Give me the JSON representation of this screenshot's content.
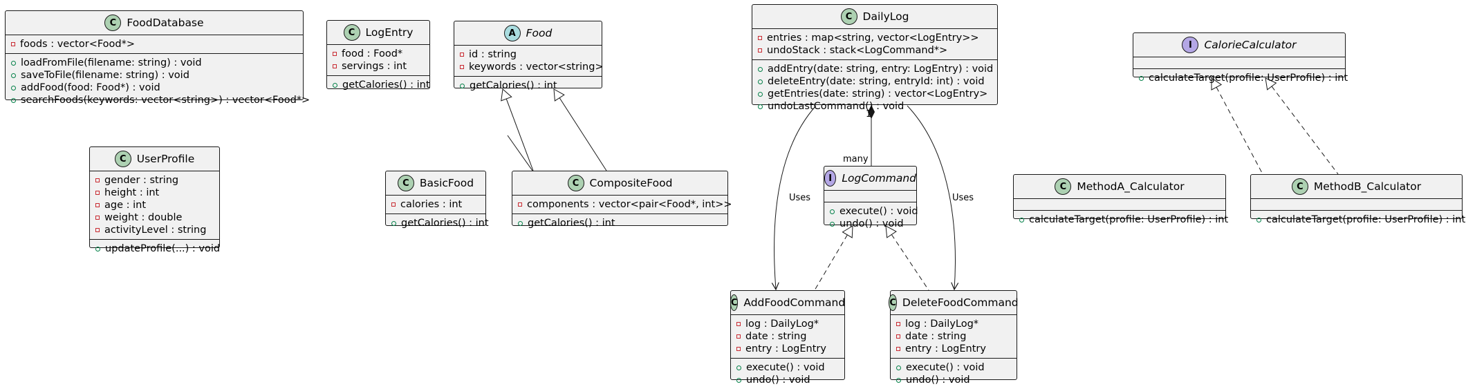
{
  "colors": {
    "class_fill": "#F1F1F1",
    "border": "#181818",
    "class_circle": "#ADD1B2",
    "abstract_circle": "#A9DCDF",
    "interface_circle": "#B4A7E5",
    "private_marker": "#C82930",
    "public_marker": "#038048"
  },
  "classes": {
    "food_database": {
      "kind": "C",
      "name": "FoodDatabase",
      "italic": false,
      "fields": [
        {
          "v": "private",
          "t": "foods : vector<Food*>"
        }
      ],
      "methods": [
        {
          "v": "public",
          "t": "loadFromFile(filename: string) : void"
        },
        {
          "v": "public",
          "t": "saveToFile(filename: string) : void"
        },
        {
          "v": "public",
          "t": "addFood(food: Food*) : void"
        },
        {
          "v": "public",
          "t": "searchFoods(keywords: vector<string>) : vector<Food*>"
        }
      ]
    },
    "log_entry": {
      "kind": "C",
      "name": "LogEntry",
      "italic": false,
      "fields": [
        {
          "v": "private",
          "t": "food : Food*"
        },
        {
          "v": "private",
          "t": "servings : int"
        }
      ],
      "methods": [
        {
          "v": "public",
          "t": "getCalories() : int"
        }
      ]
    },
    "food": {
      "kind": "A",
      "name": "Food",
      "italic": true,
      "fields": [
        {
          "v": "private",
          "t": "id : string"
        },
        {
          "v": "private",
          "t": "keywords : vector<string>"
        }
      ],
      "methods": [
        {
          "v": "public",
          "t": "getCalories() : int"
        }
      ]
    },
    "daily_log": {
      "kind": "C",
      "name": "DailyLog",
      "italic": false,
      "fields": [
        {
          "v": "private",
          "t": "entries : map<string, vector<LogEntry>>"
        },
        {
          "v": "private",
          "t": "undoStack : stack<LogCommand*>"
        }
      ],
      "methods": [
        {
          "v": "public",
          "t": "addEntry(date: string, entry: LogEntry) : void"
        },
        {
          "v": "public",
          "t": "deleteEntry(date: string, entryId: int) : void"
        },
        {
          "v": "public",
          "t": "getEntries(date: string) : vector<LogEntry>"
        },
        {
          "v": "public",
          "t": "undoLastCommand() : void"
        }
      ]
    },
    "calorie_calculator": {
      "kind": "I",
      "name": "CalorieCalculator",
      "italic": true,
      "fields": [],
      "methods": [
        {
          "v": "public",
          "t": "calculateTarget(profile: UserProfile) : int"
        }
      ]
    },
    "user_profile": {
      "kind": "C",
      "name": "UserProfile",
      "italic": false,
      "fields": [
        {
          "v": "private",
          "t": "gender : string"
        },
        {
          "v": "private",
          "t": "height : int"
        },
        {
          "v": "private",
          "t": "age : int"
        },
        {
          "v": "private",
          "t": "weight : double"
        },
        {
          "v": "private",
          "t": "activityLevel : string"
        }
      ],
      "methods": [
        {
          "v": "public",
          "t": "updateProfile(...) : void"
        }
      ]
    },
    "basic_food": {
      "kind": "C",
      "name": "BasicFood",
      "italic": false,
      "fields": [
        {
          "v": "private",
          "t": "calories : int"
        }
      ],
      "methods": [
        {
          "v": "public",
          "t": "getCalories() : int"
        }
      ]
    },
    "composite_food": {
      "kind": "C",
      "name": "CompositeFood",
      "italic": false,
      "fields": [
        {
          "v": "private",
          "t": "components : vector<pair<Food*, int>>"
        }
      ],
      "methods": [
        {
          "v": "public",
          "t": "getCalories() : int"
        }
      ]
    },
    "log_command": {
      "kind": "I",
      "name": "LogCommand",
      "italic": true,
      "fields": [],
      "methods": [
        {
          "v": "public",
          "t": "execute() : void"
        },
        {
          "v": "public",
          "t": "undo() : void"
        }
      ]
    },
    "method_a_calculator": {
      "kind": "C",
      "name": "MethodA_Calculator",
      "italic": false,
      "fields": [],
      "methods": [
        {
          "v": "public",
          "t": "calculateTarget(profile: UserProfile) : int"
        }
      ]
    },
    "method_b_calculator": {
      "kind": "C",
      "name": "MethodB_Calculator",
      "italic": false,
      "fields": [],
      "methods": [
        {
          "v": "public",
          "t": "calculateTarget(profile: UserProfile) : int"
        }
      ]
    },
    "add_food_command": {
      "kind": "C",
      "name": "AddFoodCommand",
      "italic": false,
      "fields": [
        {
          "v": "private",
          "t": "log : DailyLog*"
        },
        {
          "v": "private",
          "t": "date : string"
        },
        {
          "v": "private",
          "t": "entry : LogEntry"
        }
      ],
      "methods": [
        {
          "v": "public",
          "t": "execute() : void"
        },
        {
          "v": "public",
          "t": "undo() : void"
        }
      ]
    },
    "delete_food_command": {
      "kind": "C",
      "name": "DeleteFoodCommand",
      "italic": false,
      "fields": [
        {
          "v": "private",
          "t": "log : DailyLog*"
        },
        {
          "v": "private",
          "t": "date : string"
        },
        {
          "v": "private",
          "t": "entry : LogEntry"
        }
      ],
      "methods": [
        {
          "v": "public",
          "t": "execute() : void"
        },
        {
          "v": "public",
          "t": "undo() : void"
        }
      ]
    }
  },
  "edge_labels": {
    "uses_add": "Uses",
    "uses_delete": "Uses",
    "composition_one": "1",
    "composition_many": "many"
  }
}
